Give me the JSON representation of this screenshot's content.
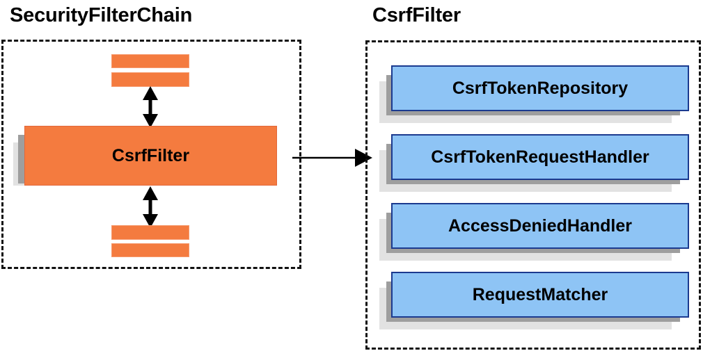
{
  "diagram": {
    "type": "component-relationship-diagram",
    "background_color": "#ffffff",
    "panels": [
      {
        "id": "security-filter-chain",
        "title": "SecurityFilterChain",
        "border_style": "dashed",
        "border_color": "#111111",
        "highlighted_component": {
          "label": "CsrfFilter",
          "fill_color": "#f47b3f",
          "border_color": "#e2673a",
          "shadow_colors": [
            "#9e9e9e",
            "#e2e2e2"
          ]
        },
        "filters_above": [
          {
            "label": "",
            "fill_color": "#f47b3f"
          },
          {
            "label": "",
            "fill_color": "#f47b3f"
          }
        ],
        "filters_below": [
          {
            "label": "",
            "fill_color": "#f47b3f"
          },
          {
            "label": "",
            "fill_color": "#f47b3f"
          }
        ],
        "connectors": [
          {
            "name": "arrow-above",
            "style": "double-headed-vertical"
          },
          {
            "name": "arrow-below",
            "style": "double-headed-vertical"
          }
        ]
      },
      {
        "id": "csrf-filter",
        "title": "CsrfFilter",
        "border_style": "dashed",
        "border_color": "#111111",
        "components": [
          {
            "label": "CsrfTokenRepository",
            "fill_color": "#8ec4f5",
            "border_color": "#1b3a8f",
            "shadow_colors": [
              "#9e9e9e",
              "#e2e2e2"
            ]
          },
          {
            "label": "CsrfTokenRequestHandler",
            "fill_color": "#8ec4f5",
            "border_color": "#1b3a8f",
            "shadow_colors": [
              "#9e9e9e",
              "#e2e2e2"
            ]
          },
          {
            "label": "AccessDeniedHandler",
            "fill_color": "#8ec4f5",
            "border_color": "#1b3a8f",
            "shadow_colors": [
              "#9e9e9e",
              "#e2e2e2"
            ]
          },
          {
            "label": "RequestMatcher",
            "fill_color": "#8ec4f5",
            "border_color": "#1b3a8f",
            "shadow_colors": [
              "#9e9e9e",
              "#e2e2e2"
            ]
          }
        ]
      }
    ],
    "link": {
      "name": "csrffilter-expansion-arrow",
      "from": "CsrfFilter",
      "to": "CsrfFilter panel",
      "style": "single-headed-horizontal",
      "color": "#000000"
    }
  }
}
